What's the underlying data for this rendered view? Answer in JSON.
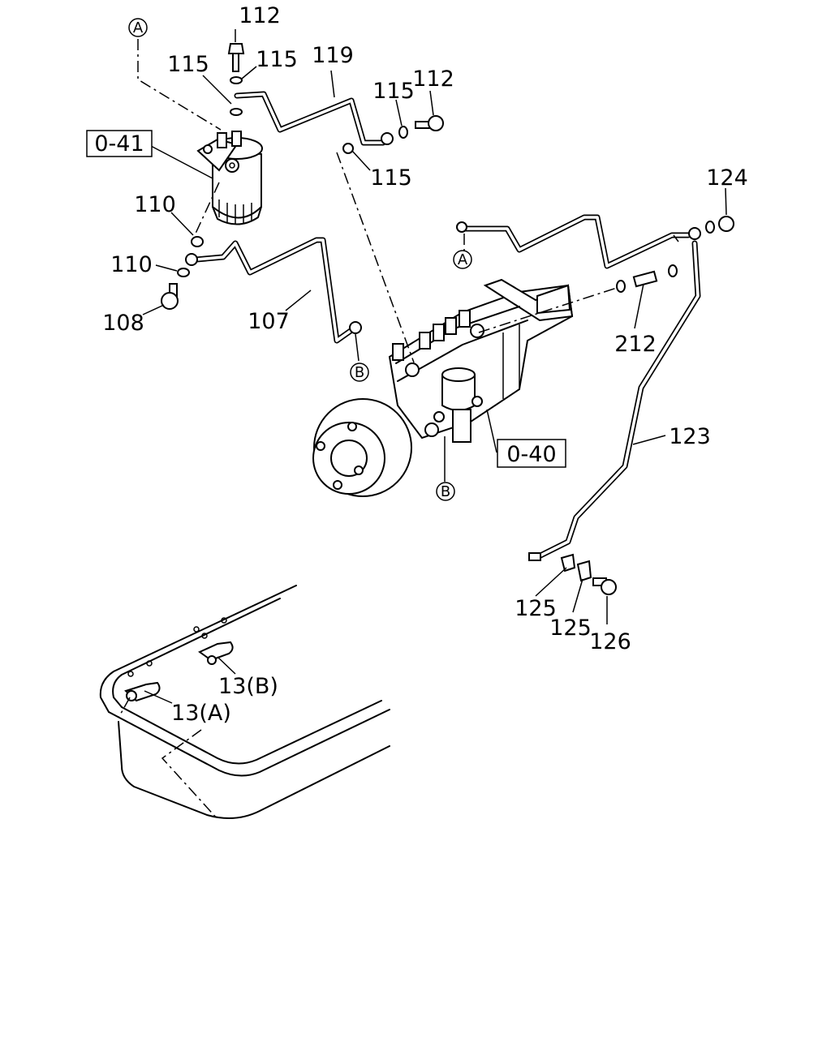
{
  "callouts": {
    "c112a": "112",
    "c115a": "115",
    "c115b": "115",
    "c119": "119",
    "c115c": "115",
    "c112b": "112",
    "c115d": "115",
    "c110a": "110",
    "c110b": "110",
    "c108": "108",
    "c107": "107",
    "c124": "124",
    "c212": "212",
    "c123": "123",
    "c125a": "125",
    "c125b": "125",
    "c126": "126",
    "c13b": "13(B)",
    "c13a": "13(A)"
  },
  "references": {
    "r041": "0-41",
    "r040": "0-40"
  },
  "markers": {
    "a1": "A",
    "a2": "A",
    "b1": "B",
    "b2": "B"
  }
}
